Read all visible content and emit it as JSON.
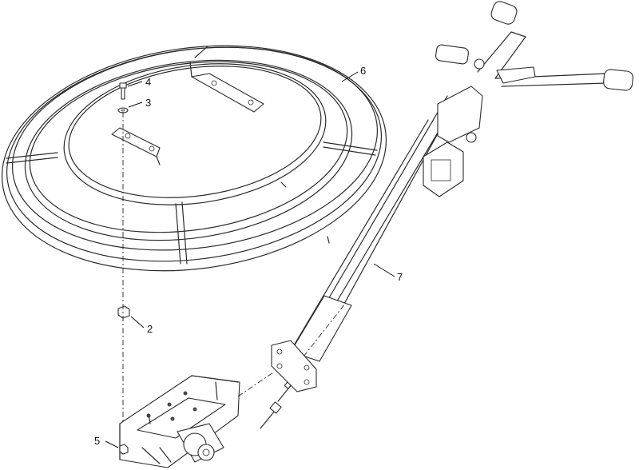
{
  "diagram": {
    "type": "exploded-parts-view",
    "callouts": [
      {
        "id": "callout-1",
        "number": "2"
      },
      {
        "id": "callout-2",
        "number": "3"
      },
      {
        "id": "callout-3",
        "number": "4"
      },
      {
        "id": "callout-4",
        "number": "5"
      },
      {
        "id": "callout-5",
        "number": "6"
      },
      {
        "id": "callout-6",
        "number": "7"
      }
    ]
  },
  "colors": {
    "line": "#2b2b2b",
    "background": "#ffffff"
  }
}
